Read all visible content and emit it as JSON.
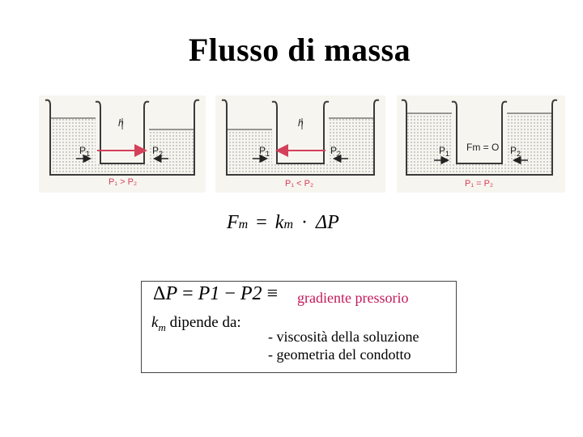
{
  "title": "Flusso di massa",
  "panels": [
    {
      "p_left": "P",
      "p_left_sub": "1",
      "p_right": "P",
      "p_right_sub": "2",
      "height_label": "h",
      "relation": "P₁ > P₂",
      "arrow_direction": "right"
    },
    {
      "p_left": "P",
      "p_left_sub": "1",
      "p_right": "P",
      "p_right_sub": "2",
      "height_label": "h",
      "relation": "P₁ < P₂",
      "arrow_direction": "left"
    },
    {
      "p_left": "P",
      "p_left_sub": "1",
      "p_right": "P",
      "p_right_sub": "2",
      "flow_label": "Fm = O",
      "relation": "P₁ = P₂",
      "arrow_direction": "none"
    }
  ],
  "formula": {
    "lhs": "F",
    "lhs_sub": "m",
    "equals": "=",
    "k": "k",
    "k_sub": "m",
    "dot": "·",
    "rhs": "ΔP"
  },
  "definition": {
    "delta_p": "Δ",
    "p": "P",
    "equals": "=",
    "p1": "P1",
    "minus": "−",
    "p2": "P2",
    "equiv": "≡",
    "gradient": "gradiente pressorio"
  },
  "km_line": {
    "k": "k",
    "k_sub": "m",
    "text": "dipende da:"
  },
  "factors": [
    "- viscosità della soluzione",
    "- geometria del condotto"
  ],
  "colors": {
    "arrow": "#d4405a",
    "accent_text": "#c2185b",
    "water_dots": "#8a8a8a",
    "tank_stroke": "#3a3a3a"
  }
}
